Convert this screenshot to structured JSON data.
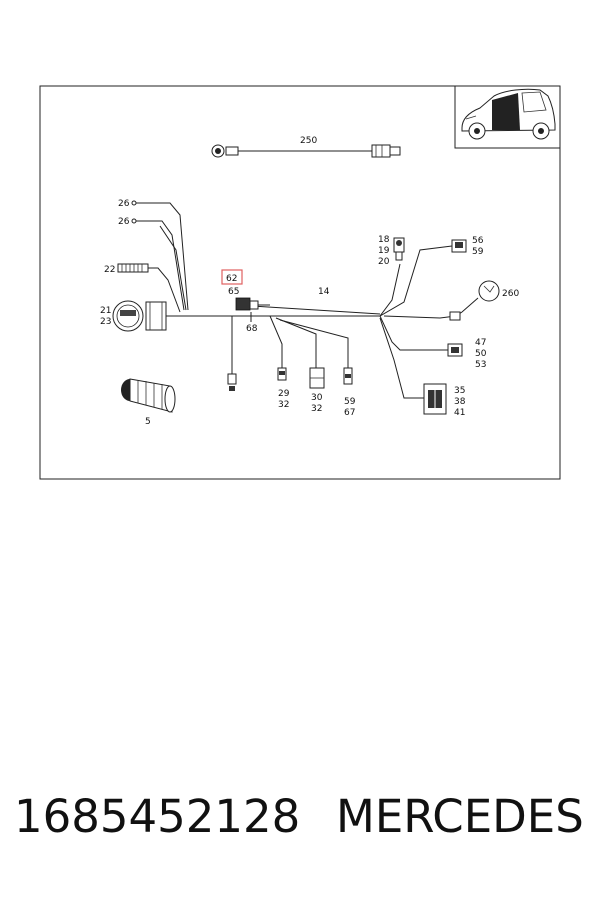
{
  "diagram": {
    "highlight_color": "#e06060",
    "callouts": {
      "c250": "250",
      "c26a": "26",
      "c26b": "26",
      "c22": "22",
      "c21": "21",
      "c23": "23",
      "c5": "5",
      "c62": "62",
      "c65": "65",
      "c68": "68",
      "c14": "14",
      "c18": "18",
      "c19": "19",
      "c20": "20",
      "c56": "56",
      "c59a": "59",
      "c260": "260",
      "c47": "47",
      "c50": "50",
      "c53": "53",
      "c35": "35",
      "c38": "38",
      "c41": "41",
      "c29": "29",
      "c32a": "32",
      "c30": "30",
      "c32b": "32",
      "c59b": "59",
      "c67": "67"
    }
  },
  "footer": {
    "part_number": "1685452128",
    "brand": "MERCEDES"
  }
}
